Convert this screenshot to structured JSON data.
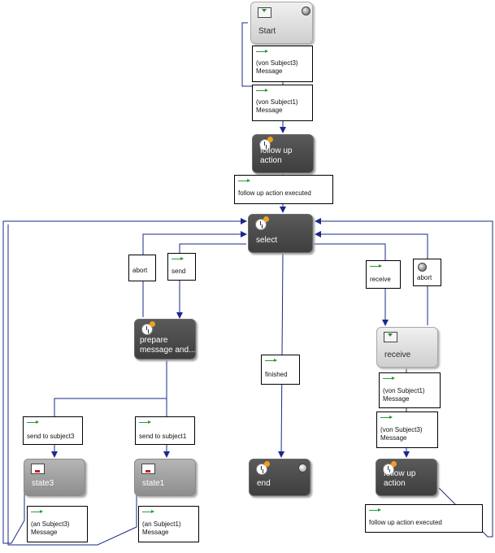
{
  "states": {
    "start": "Start",
    "follow_up_1": "follow up action",
    "select": "select",
    "prepare": "prepare message and...",
    "end": "end",
    "receive": "receive",
    "follow_up_2": "follow up action",
    "state3": "state3",
    "state1": "state1"
  },
  "labels": {
    "von_subject3": "(von  Subject3) Message",
    "von_subject1": "(von  Subject1) Message",
    "follow_up_executed_1": "follow up action executed",
    "abort_left": "abort",
    "send": "send",
    "receive": "receive",
    "abort_right": "abort",
    "finished": "finished",
    "send_to_subject3": "send to subject3",
    "send_to_subject1": "send to subject1",
    "recv_von_subject1": "(von  Subject1) Message",
    "recv_von_subject3": "(von  Subject3) Message",
    "an_subject3": "(an  Subject3) Message",
    "an_subject1": "(an  Subject1) Message",
    "follow_up_executed_2": "follow up action executed"
  },
  "colors": {
    "edge": "#1a2a8a",
    "arrow_icon": "#2a9a3a",
    "state_dark": "#4a4a4a",
    "state_light": "#dcdcdc",
    "state_mid": "#a0a0a0"
  },
  "icons": {
    "receive_state": "envelope-icon",
    "function_state": "clock-icon",
    "send_state": "send-message-icon",
    "start_marker": "start-knob-icon",
    "end_marker": "end-knob-icon",
    "transition": "green-arrow-icon"
  }
}
